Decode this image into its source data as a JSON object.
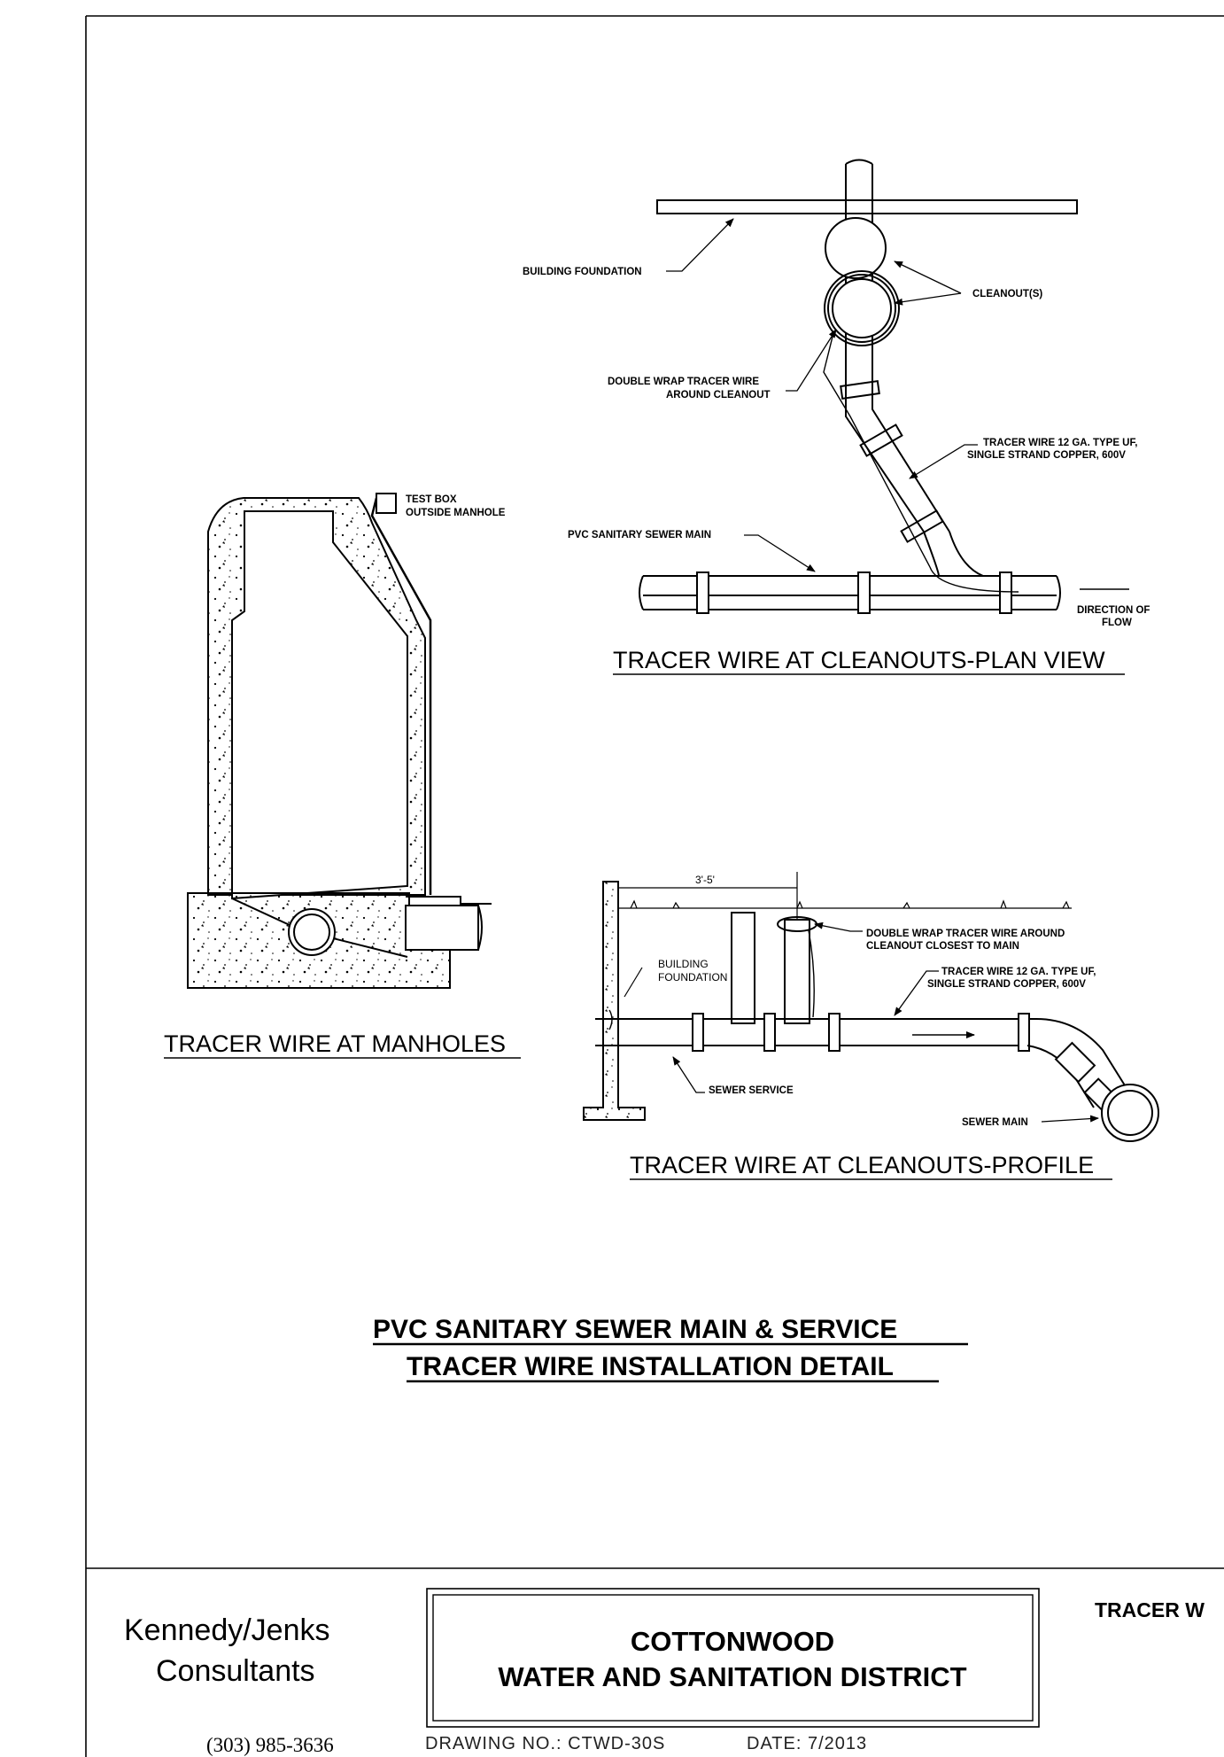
{
  "plan_view": {
    "title": "TRACER WIRE AT CLEANOUTS-PLAN VIEW",
    "building_foundation": "BUILDING FOUNDATION",
    "cleanouts": "CLEANOUT(S)",
    "double_wrap_line1": "DOUBLE WRAP TRACER WIRE",
    "double_wrap_line2": "AROUND CLEANOUT",
    "tracer_spec_line1": "TRACER WIRE 12 GA. TYPE UF,",
    "tracer_spec_line2": "SINGLE STRAND COPPER, 600V",
    "sewer_main": "PVC SANITARY SEWER MAIN",
    "direction_line1": "DIRECTION OF",
    "direction_line2": "FLOW"
  },
  "manhole_view": {
    "title": "TRACER WIRE AT MANHOLES",
    "test_box_line1": "TEST BOX",
    "test_box_line2": "OUTSIDE MANHOLE"
  },
  "profile_view": {
    "title": "TRACER WIRE AT CLEANOUTS-PROFILE",
    "dimension": "3'-5'",
    "double_wrap_line1": "DOUBLE WRAP TRACER WIRE AROUND",
    "double_wrap_line2": "CLEANOUT CLOSEST TO MAIN",
    "tracer_spec_line1": "TRACER WIRE 12 GA. TYPE UF,",
    "tracer_spec_line2": "SINGLE STRAND COPPER, 600V",
    "building_line1": "BUILDING",
    "building_line2": "FOUNDATION",
    "sewer_service": "SEWER SERVICE",
    "sewer_main": "SEWER MAIN"
  },
  "main_title": {
    "line1": "PVC SANITARY SEWER MAIN & SERVICE",
    "line2": "TRACER WIRE INSTALLATION DETAIL"
  },
  "title_block": {
    "company_line1": "Kennedy/Jenks",
    "company_line2": "Consultants",
    "phone": "(303) 985-3636",
    "district_line1": "COTTONWOOD",
    "district_line2": "WATER AND SANITATION DISTRICT",
    "drawing_no": "DRAWING NO.: CTWD-30S",
    "date": "DATE: 7/2013",
    "side_title": "TRACER W"
  }
}
